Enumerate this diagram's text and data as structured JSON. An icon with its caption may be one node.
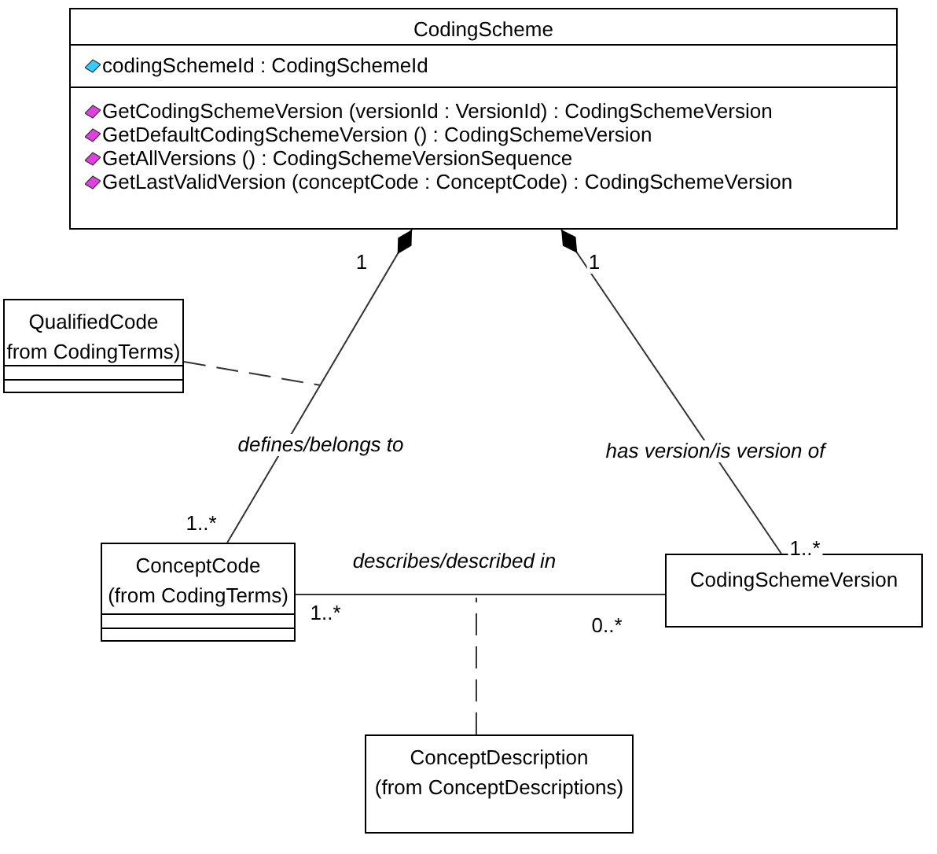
{
  "diagram": {
    "nodes": [
      {
        "text": [
          "CodingScheme",
          "codingSchemeId : CodingSchemeId",
          "GetCodingSchemeVersion (versionId : VersionId) : CodingSchemeVersion",
          "GetDefaultCodingSchemeVersion () : CodingSchemeVersion",
          "GetAllVersions () : CodingSchemeVersionSequence",
          "GetLastValidVersion (conceptCode : ConceptCode) : CodingSchemeVersion"
        ]
      },
      {
        "text": [
          "QualifiedCode",
          "from CodingTerms)"
        ]
      },
      {
        "text": [
          "ConceptCode",
          "(from CodingTerms)"
        ]
      },
      {
        "text": [
          "CodingSchemeVersion"
        ]
      },
      {
        "text": [
          "ConceptDescription",
          "(from ConceptDescriptions)"
        ]
      }
    ],
    "edges": [
      {
        "from": 0,
        "to": 2,
        "arrow": "other",
        "label": "defines/belongs to"
      },
      {
        "from": 0,
        "to": 3,
        "arrow": "other",
        "label": "has version/is version of"
      },
      {
        "from": 2,
        "to": 3,
        "arrow": "none",
        "label": "describes/described in"
      },
      {
        "from": 1,
        "to": null,
        "arrow": "none",
        "style": "dashed"
      },
      {
        "from": 4,
        "to": null,
        "arrow": "none",
        "style": "dashed"
      }
    ],
    "labels": [
      "1",
      "1",
      "1..*",
      "1..*",
      "1..*",
      "0..*"
    ]
  }
}
